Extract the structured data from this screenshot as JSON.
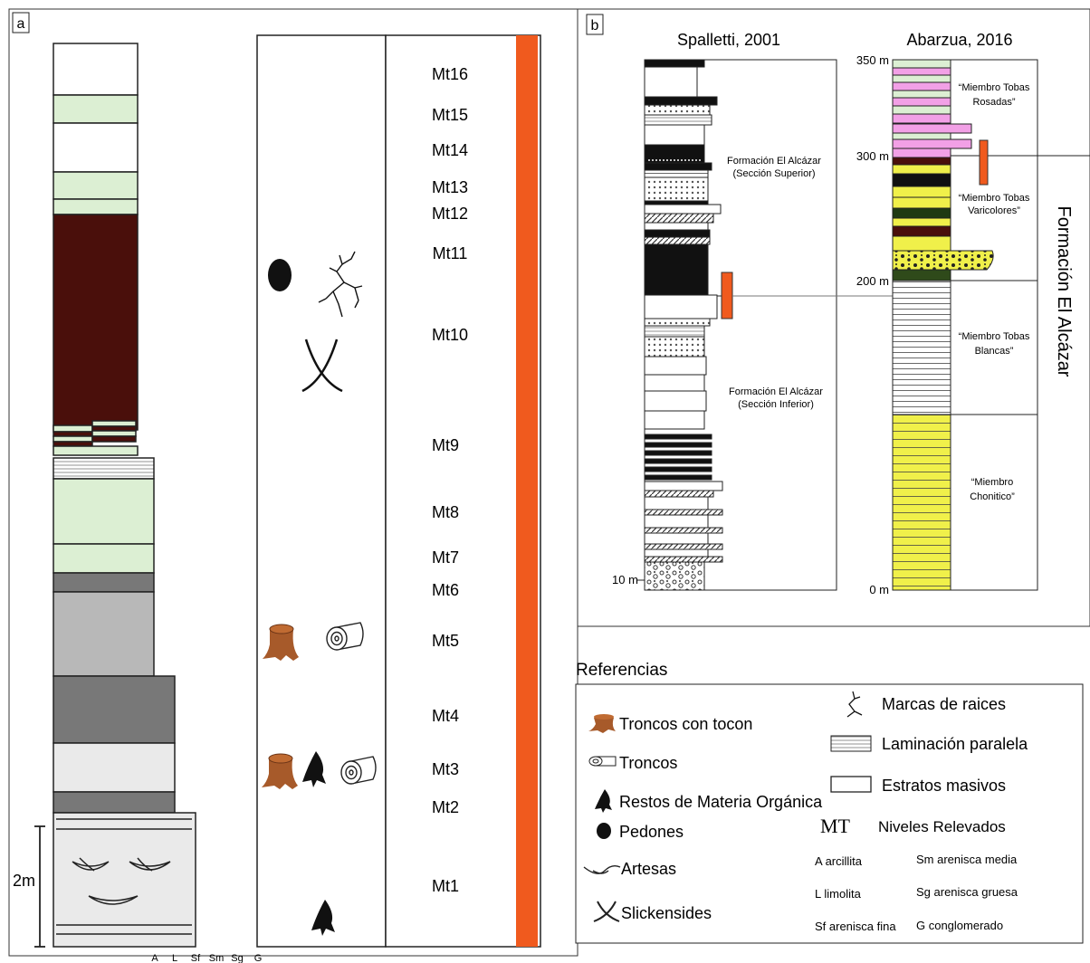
{
  "panel_a": {
    "tag": "a",
    "scale_label": "2m",
    "grain_axis": [
      "A",
      "L",
      "Sf",
      "Sm",
      "Sg",
      "G"
    ],
    "levels": [
      "Mt16",
      "Mt15",
      "Mt14",
      "Mt13",
      "Mt12",
      "Mt11",
      "Mt10",
      "Mt9",
      "Mt8",
      "Mt7",
      "Mt6",
      "Mt5",
      "Mt4",
      "Mt3",
      "Mt2",
      "Mt1"
    ]
  },
  "panel_b": {
    "tag": "b",
    "left_title": "Spalletti, 2001",
    "right_title": "Abarzua, 2016",
    "left_base_label": "10 m",
    "upper_section": [
      "Formación El Alcázar",
      "(Sección Superior)"
    ],
    "lower_section": [
      "Formación El Alcázar",
      "(Sección Inferior)"
    ],
    "depth_labels": [
      "350 m",
      "300 m",
      "200 m",
      "0 m"
    ],
    "members": [
      [
        "“Miembro Tobas",
        "Rosadas”"
      ],
      [
        "“Miembro Tobas",
        "Varicolores”"
      ],
      [
        "“Miembro Tobas",
        "Blancas”"
      ],
      [
        "“Miembro",
        "Chonitico”"
      ]
    ],
    "formation_label": "Formación El Alcázar"
  },
  "legend": {
    "title": "Referencias",
    "items_left": [
      "Troncos con tocon",
      "Troncos",
      "Restos de Materia Orgánica",
      "Pedones",
      "Artesas",
      "Slickensides"
    ],
    "items_right": [
      "Marcas de raices",
      "Laminación paralela",
      "Estratos masivos"
    ],
    "mt_symbol": "MT",
    "mt_label": "Niveles Relevados",
    "abbreviations": [
      "A arcillita",
      "Sm arenisca media",
      "L limolita",
      "Sg arenisca gruesa",
      "Sf arenisca fina",
      "G conglomerado"
    ]
  },
  "colors": {
    "light_green": "#dcefd3",
    "dark_brown": "#4a0f0b",
    "grey_mid": "#b8b8b8",
    "grey_dark": "#787878",
    "grey_light": "#eaeaea",
    "orange": "#f05a1e",
    "stump_brown": "#a75a2a",
    "pink": "#f2a0e6",
    "yellow": "#f0f04a"
  }
}
